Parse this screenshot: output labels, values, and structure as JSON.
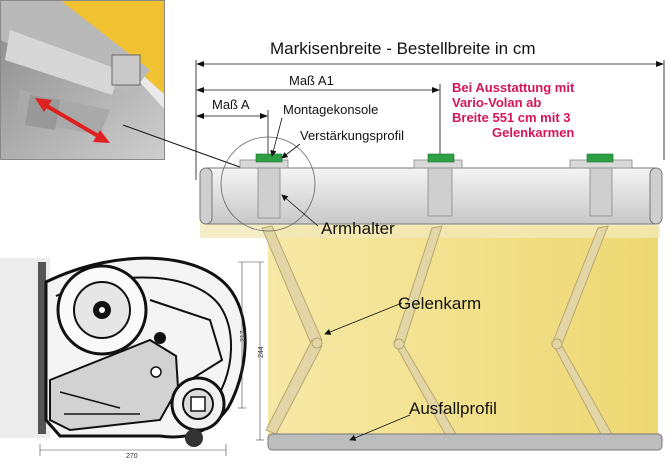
{
  "diagram": {
    "title": "Markisenbreite - Bestellbreite in cm",
    "dim_a1": "Maß A1",
    "dim_a": "Maß A",
    "labels": {
      "montagekonsole": "Montagekonsole",
      "verstaerkungsprofil": "Verstärkungsprofil",
      "armhalter": "Armhalter",
      "gelenkarm": "Gelenkarm",
      "ausfallprofil": "Ausfallprofil"
    },
    "note_lines": [
      "Bei Ausstattung mit",
      "Vario-Volan ab",
      "Breite 551 cm mit 3",
      "Gelenkarmen"
    ],
    "section_dims": {
      "width": "270",
      "height_inner": "217",
      "height_outer": "244"
    },
    "colors": {
      "fabric": "#f2df7c",
      "fabric_edge": "#e8cf5a",
      "cassette": "#e2e2e2",
      "bracket_green": "#2ea043",
      "note_red": "#d6145a",
      "arm": "#d8c89a",
      "photo_yellow": "#f0c232",
      "arrow_red": "#e02020"
    }
  }
}
